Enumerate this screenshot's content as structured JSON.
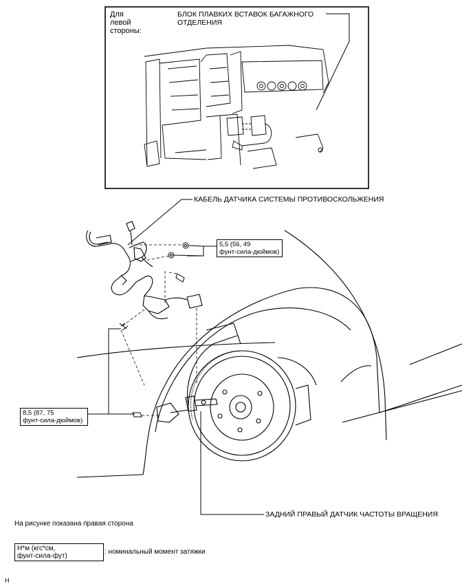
{
  "inset": {
    "side_label": "Для\nлевой\nстороны:",
    "fuse_block_label": "БЛОК ПЛАВКИХ ВСТАВОК БАГАЖНОГО\nОТДЕЛЕНИЯ"
  },
  "callouts": {
    "harness_label": "КАБЕЛЬ ДАТЧИКА СИСТЕМЫ ПРОТИВОСКОЛЬЖЕНИЯ",
    "torque_upper": "5,5 (56, 49\nфунт-сила-дюймов)",
    "torque_lower": "8,5 (87, 75\nфунт-сила-дюймов)",
    "sensor_label": "ЗАДНИЙ ПРАВЫЙ ДАТЧИК ЧАСТОТЫ ВРАЩЕНИЯ"
  },
  "notes": {
    "side_note": "На рисунке показана правая сторона",
    "legend_box": "Н*м (кгс*см,\nфунт-сила-фут)",
    "legend_text": ": номинальный момент затяжки",
    "corner_mark": "H"
  }
}
